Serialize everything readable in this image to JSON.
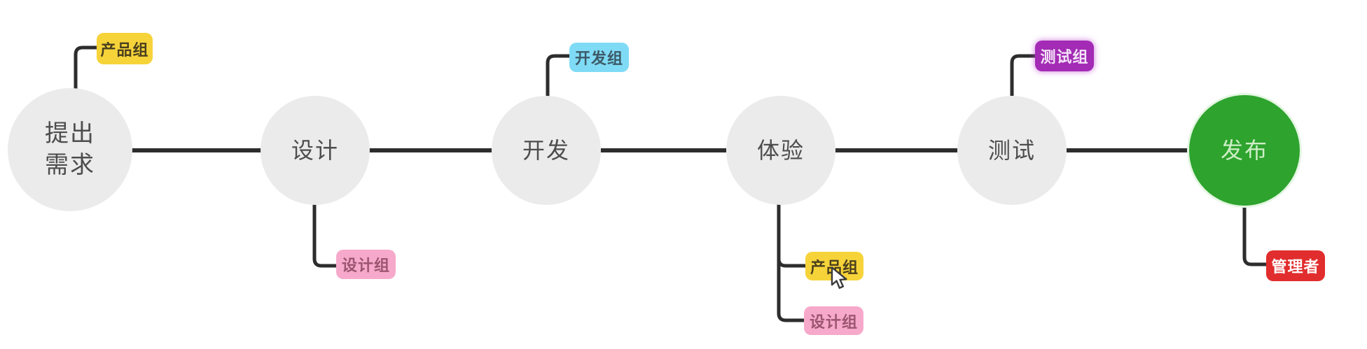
{
  "nodes": [
    {
      "id": "propose-requirements",
      "lines": [
        "提出",
        "需求"
      ]
    },
    {
      "id": "design",
      "lines": [
        "设计"
      ]
    },
    {
      "id": "develop",
      "lines": [
        "开发"
      ]
    },
    {
      "id": "experience",
      "lines": [
        "体验"
      ]
    },
    {
      "id": "test",
      "lines": [
        "测试"
      ]
    },
    {
      "id": "release",
      "lines": [
        "发布"
      ]
    }
  ],
  "tags": [
    {
      "id": "product-group-1",
      "label": "产品组",
      "color": "#f6d339"
    },
    {
      "id": "design-group-1",
      "label": "设计组",
      "color": "#f6a9cb"
    },
    {
      "id": "develop-group",
      "label": "开发组",
      "color": "#7fdbf5"
    },
    {
      "id": "product-group-2",
      "label": "产品组",
      "color": "#f6d339"
    },
    {
      "id": "design-group-2",
      "label": "设计组",
      "color": "#f6a9cb"
    },
    {
      "id": "test-group",
      "label": "测试组",
      "color": "#a32bb5"
    },
    {
      "id": "manager",
      "label": "管理者",
      "color": "#e12d2d"
    }
  ],
  "colors": {
    "node_default": "#ebebeb",
    "node_release": "#2ea32e",
    "node_text": "#4d4d4d",
    "release_text": "#cdeec6",
    "connector": "#2d2d2d",
    "background": "#ffffff"
  },
  "cursor": {
    "type": "arrow-pointer"
  }
}
